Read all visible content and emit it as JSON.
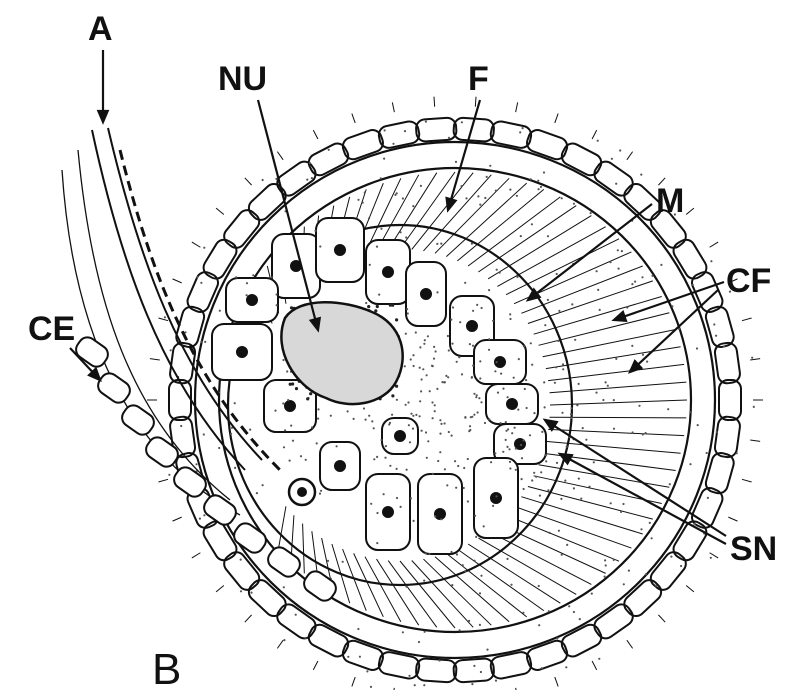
{
  "labels": {
    "a": "A",
    "nu": "NU",
    "f": "F",
    "m": "M",
    "cf": "CF",
    "ce": "CE",
    "sn": "SN",
    "panel": "B"
  },
  "colors": {
    "ink": "#111111",
    "stipple": "#555555",
    "background": "#ffffff"
  }
}
